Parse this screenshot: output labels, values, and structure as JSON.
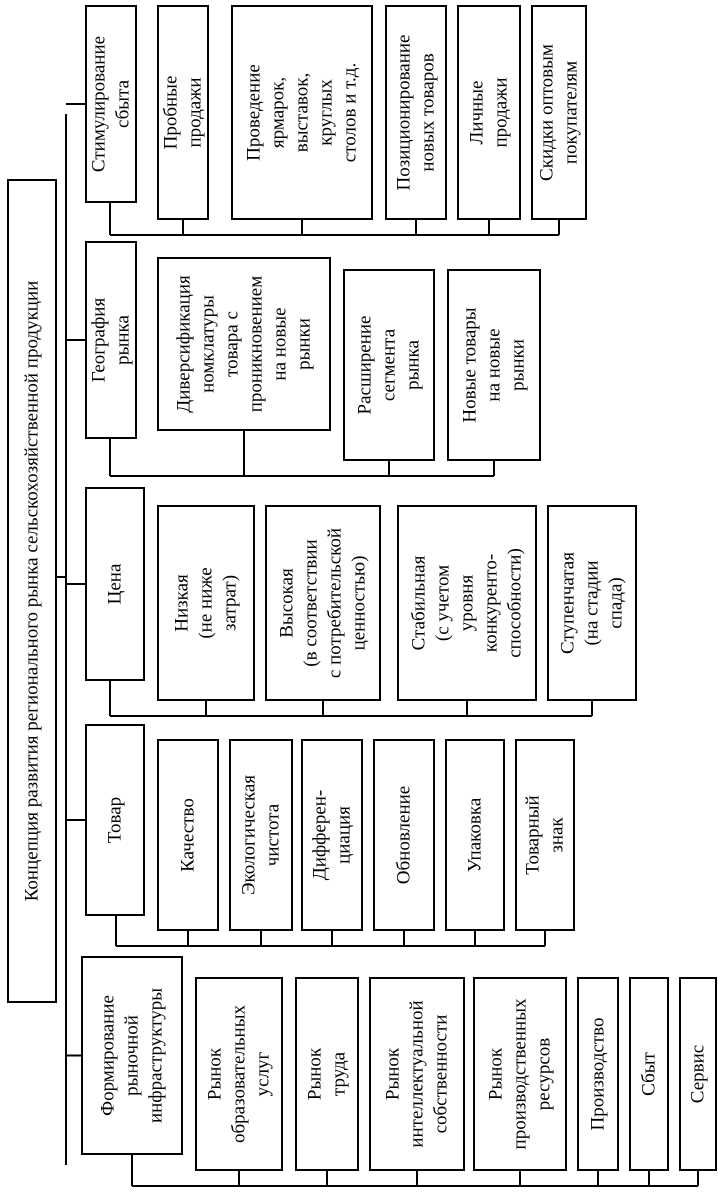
{
  "root": {
    "lines": [
      "Концепция развития регионального рынка сельскохозяйственной продукции"
    ]
  },
  "groups": [
    {
      "id": "sales-promotion",
      "header": [
        "Стимулирование",
        "сбыта"
      ],
      "items": [
        [
          "Пробные",
          "продажи"
        ],
        [
          "Проведение",
          "ярмарок,",
          "выставок,",
          "круглых",
          "столов и т.д."
        ],
        [
          "Позиционирование",
          "новых товаров"
        ],
        [
          "Личные",
          "продажи"
        ],
        [
          "Скидки оптовым",
          "покупателям"
        ]
      ]
    },
    {
      "id": "market-geography",
      "header": [
        "География",
        "рынка"
      ],
      "items": [
        [
          "Диверсификация",
          "номклатуры",
          "товара с",
          "проникновением",
          "на новые",
          "рынки"
        ],
        [
          "Расширение",
          "сегмента",
          "рынка"
        ],
        [
          "Новые товары",
          "на новые",
          "рынки"
        ]
      ]
    },
    {
      "id": "price",
      "header": [
        "Цена"
      ],
      "items": [
        [
          "Низкая",
          "(не ниже",
          "затрат)"
        ],
        [
          "Высокая",
          "(в соответствии",
          "с потребительской",
          "ценностью)"
        ],
        [
          "Стабильная",
          "(с учетом",
          "уровня",
          "конкуренто-",
          "способности)"
        ],
        [
          "Ступенчатая",
          "(на стадии",
          "спада)"
        ]
      ]
    },
    {
      "id": "product",
      "header": [
        "Товар"
      ],
      "items": [
        [
          "Качество"
        ],
        [
          "Экологическая",
          "чистота"
        ],
        [
          "Дифферен-",
          "циация"
        ],
        [
          "Обновление"
        ],
        [
          "Упаковка"
        ],
        [
          "Товарный",
          "знак"
        ]
      ]
    },
    {
      "id": "infrastructure",
      "header": [
        "Формирование",
        "рыночной",
        "инфраструктуры"
      ],
      "items": [
        [
          "Рынок",
          "образовательных",
          "услуг"
        ],
        [
          "Рынок",
          "труда"
        ],
        [
          "Рынок",
          "интеллектуальной",
          "собственности"
        ],
        [
          "Рынок",
          "производственных",
          "ресурсов"
        ],
        [
          "Производство"
        ],
        [
          "Сбыт"
        ],
        [
          "Сервис"
        ]
      ]
    }
  ]
}
